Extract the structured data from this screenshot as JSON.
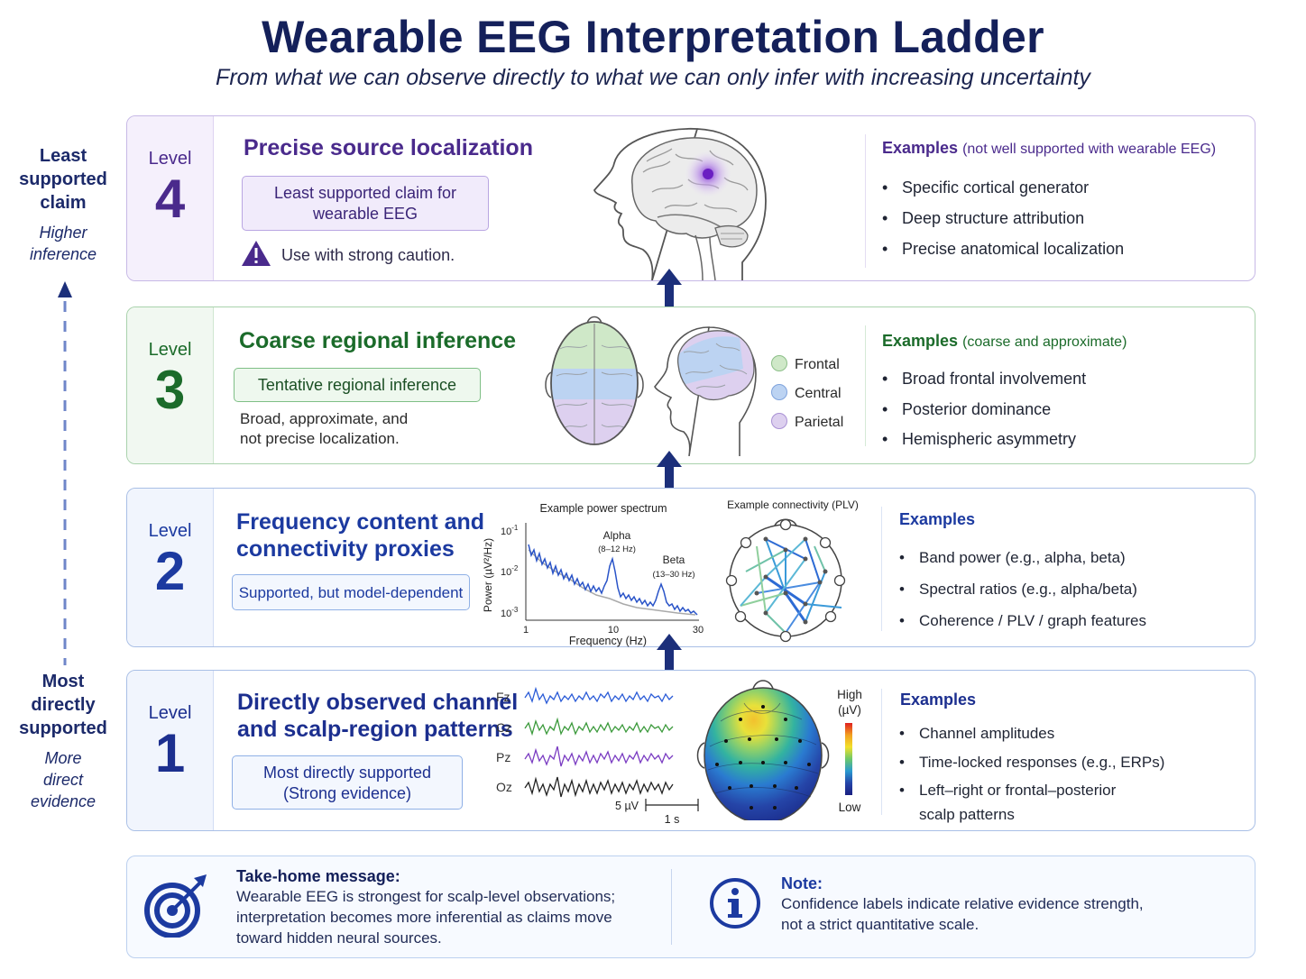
{
  "header": {
    "title": "Wearable EEG Interpretation Ladder",
    "subtitle": "From what we can observe directly to what we can only infer with increasing uncertainty"
  },
  "side": {
    "top_strong": [
      "Least",
      "supported",
      "claim"
    ],
    "top_em": [
      "Higher",
      "inference"
    ],
    "bottom_strong": [
      "Most",
      "directly",
      "supported"
    ],
    "bottom_em": [
      "More",
      "direct",
      "evidence"
    ]
  },
  "levels": {
    "l4": {
      "word": "Level",
      "number": "4",
      "title": "Precise source localization",
      "badge": [
        "Least supported claim for",
        "wearable EEG"
      ],
      "caution": "Use with strong caution.",
      "examples_head": "Examples",
      "examples_note": "(not well supported with wearable EEG)",
      "examples": [
        "Specific cortical generator",
        "Deep structure attribution",
        "Precise anatomical localization"
      ]
    },
    "l3": {
      "word": "Level",
      "number": "3",
      "title": "Coarse regional inference",
      "badge": "Tentative regional inference",
      "desc": [
        "Broad, approximate, and",
        "not precise localization."
      ],
      "legend": [
        "Frontal",
        "Central",
        "Parietal"
      ],
      "examples_head": "Examples",
      "examples_note": "(coarse and approximate)",
      "examples": [
        "Broad frontal involvement",
        "Posterior dominance",
        "Hemispheric asymmetry"
      ]
    },
    "l2": {
      "word": "Level",
      "number": "2",
      "title": [
        "Frequency content and",
        "connectivity proxies"
      ],
      "badge": "Supported, but model-dependent",
      "spectrum": {
        "title": "Example power spectrum",
        "ylabel": "Power (µV²/Hz)",
        "xlabel": "Frequency (Hz)",
        "yticks": [
          "10",
          "10",
          "10"
        ],
        "yexp": [
          "-1",
          "-2",
          "-3"
        ],
        "xticks": [
          "1",
          "10",
          "30"
        ],
        "alpha_label": "Alpha",
        "alpha_range": "(8–12 Hz)",
        "beta_label": "Beta",
        "beta_range": "(13–30 Hz)"
      },
      "connectivity_title": "Example connectivity (PLV)",
      "examples_head": "Examples",
      "examples": [
        "Band power (e.g., alpha, beta)",
        "Spectral ratios (e.g., alpha/beta)",
        "Coherence / PLV / graph features"
      ]
    },
    "l1": {
      "word": "Level",
      "number": "1",
      "title": [
        "Directly observed channel",
        "and scalp-region patterns"
      ],
      "badge": [
        "Most directly supported",
        "(Strong evidence)"
      ],
      "channels": [
        "Fz",
        "Cz",
        "Pz",
        "Oz"
      ],
      "channel_colors": [
        "#2a5bd7",
        "#3c9a3c",
        "#7a3cc2",
        "#222222"
      ],
      "scale_amp": "5 µV",
      "scale_time": "1 s",
      "colorbar_high": [
        "High",
        "(µV)"
      ],
      "colorbar_low": "Low",
      "examples_head": "Examples",
      "examples": [
        "Channel amplitudes",
        "Time-locked responses (e.g., ERPs)",
        "Left–right or frontal–posterior"
      ],
      "examples_cont": "scalp patterns"
    }
  },
  "bottom": {
    "takehome_head": "Take-home message:",
    "takehome_lines": [
      "Wearable EEG is strongest for scalp-level observations;",
      "interpretation becomes more inferential as claims move",
      "toward hidden neural sources."
    ],
    "note_head": "Note:",
    "note_lines": [
      "Confidence labels indicate relative evidence strength,",
      "not a strict quantitative scale."
    ]
  },
  "colors": {
    "level4": "#4a2a8c",
    "level3": "#1b6b2a",
    "level2": "#1c3aa0",
    "level1": "#1c2f8f",
    "arrow": "#1c2f7a"
  }
}
